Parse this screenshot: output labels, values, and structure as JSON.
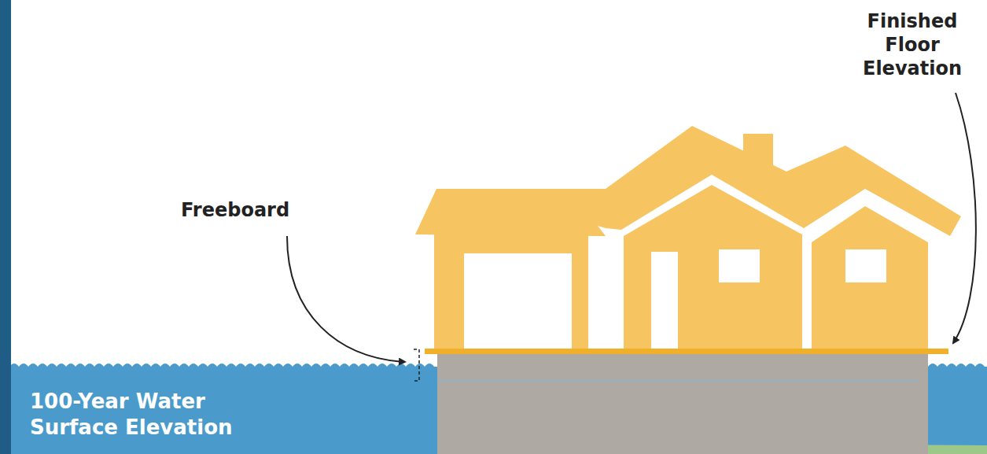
{
  "diagram": {
    "labels": [
      "Freeboard",
      "Finished Floor Elevation",
      "100-Year Water Surface Elevation"
    ]
  }
}
